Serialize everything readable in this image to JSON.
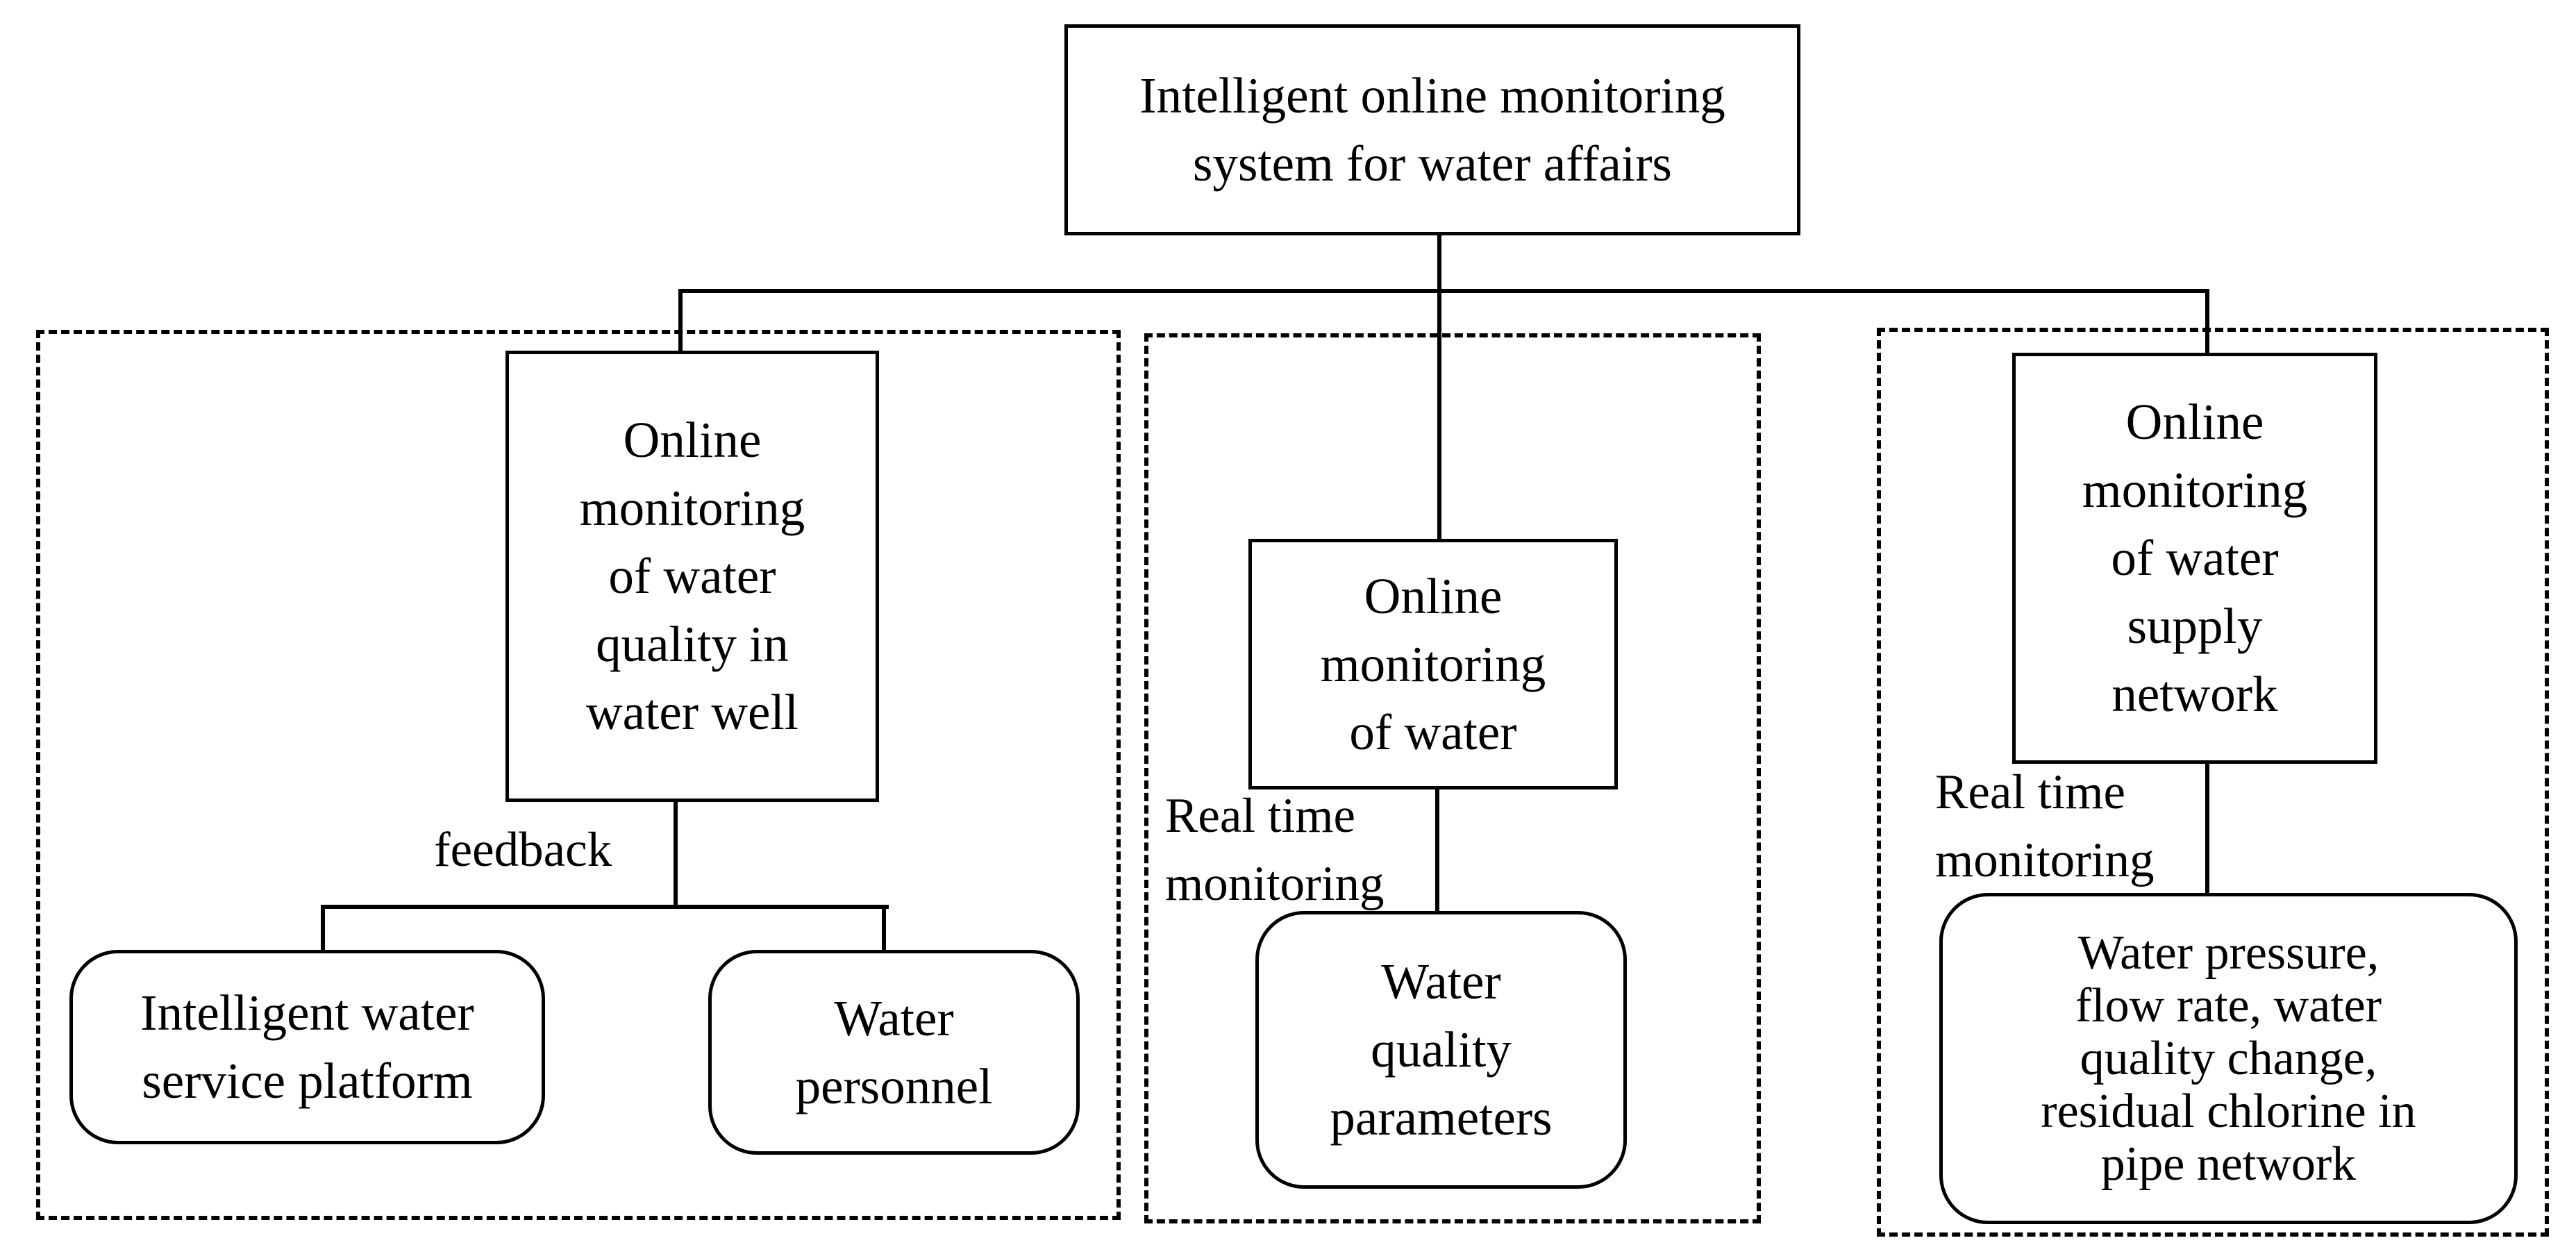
{
  "root": {
    "label": "Intelligent online monitoring\nsystem for water affairs"
  },
  "groups": [
    {
      "title": "Online\nmonitoring\nof water\nquality in\nwater well",
      "connector_label": "feedback",
      "children": [
        "Intelligent water\nservice platform",
        "Water\npersonnel"
      ]
    },
    {
      "title": "Online\nmonitoring\nof water",
      "connector_label": "Real time\nmonitoring",
      "children": [
        "Water\nquality\nparameters"
      ]
    },
    {
      "title": "Online\nmonitoring\nof water\nsupply\nnetwork",
      "connector_label": "Real time\nmonitoring",
      "children": [
        "Water pressure,\nflow rate, water\nquality change,\nresidual chlorine in\npipe network"
      ]
    }
  ]
}
